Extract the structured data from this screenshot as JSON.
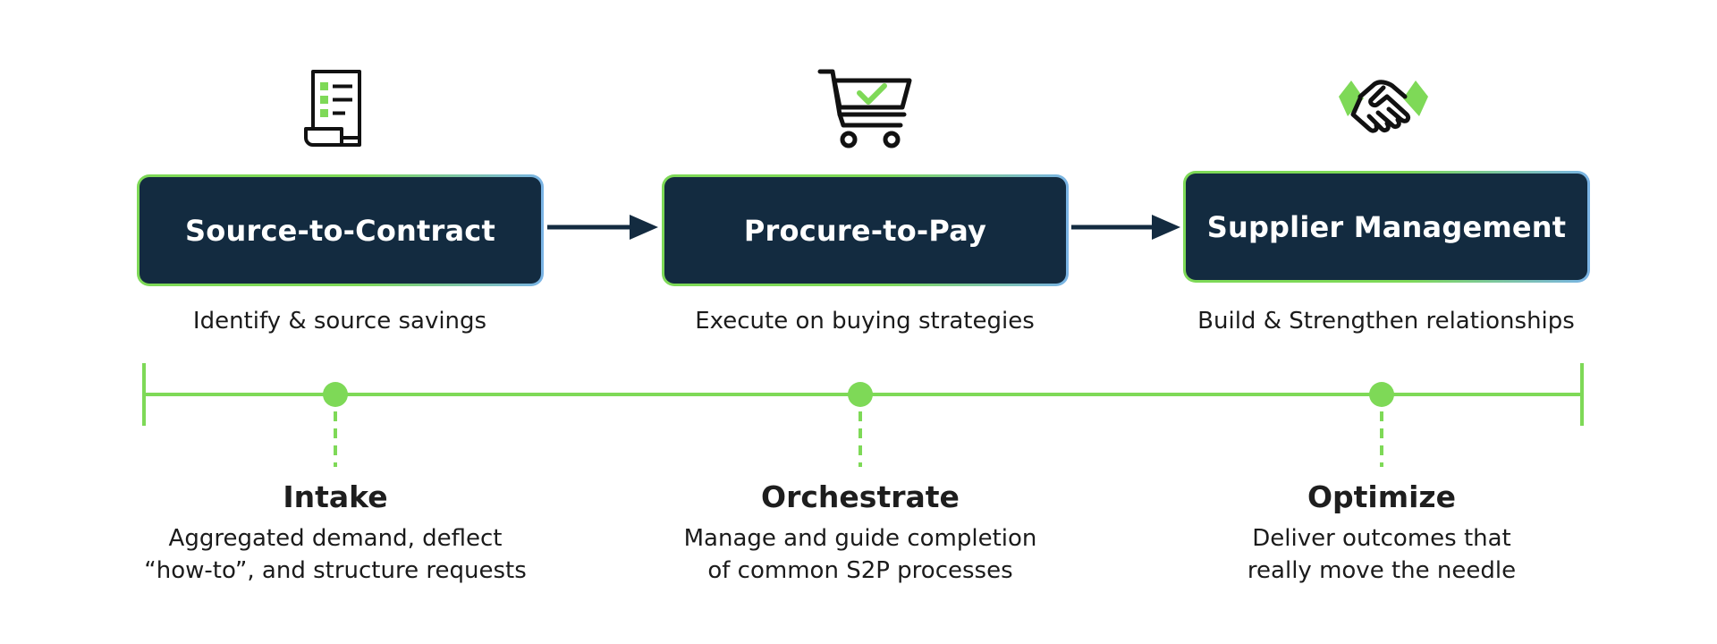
{
  "colors": {
    "box_fill": "#132b40",
    "accent_green": "#7ed957",
    "accent_blue": "#7ab4e6",
    "text_dark": "#1b1b1b"
  },
  "stages": [
    {
      "title": "Source-to-Contract",
      "description": "Identify & source savings",
      "icon": "document-list-icon"
    },
    {
      "title": "Procure-to-Pay",
      "description": "Execute on buying strategies",
      "icon": "shopping-cart-check-icon"
    },
    {
      "title": "Supplier Management",
      "description": "Build & Strengthen relationships",
      "icon": "handshake-icon"
    }
  ],
  "phases": [
    {
      "title": "Intake",
      "description_lines": [
        "Aggregated demand, deflect",
        "“how-to”, and structure requests"
      ]
    },
    {
      "title": "Orchestrate",
      "description_lines": [
        "Manage and guide completion",
        "of common S2P processes"
      ]
    },
    {
      "title": "Optimize",
      "description_lines": [
        "Deliver outcomes that",
        "really move the needle"
      ]
    }
  ]
}
